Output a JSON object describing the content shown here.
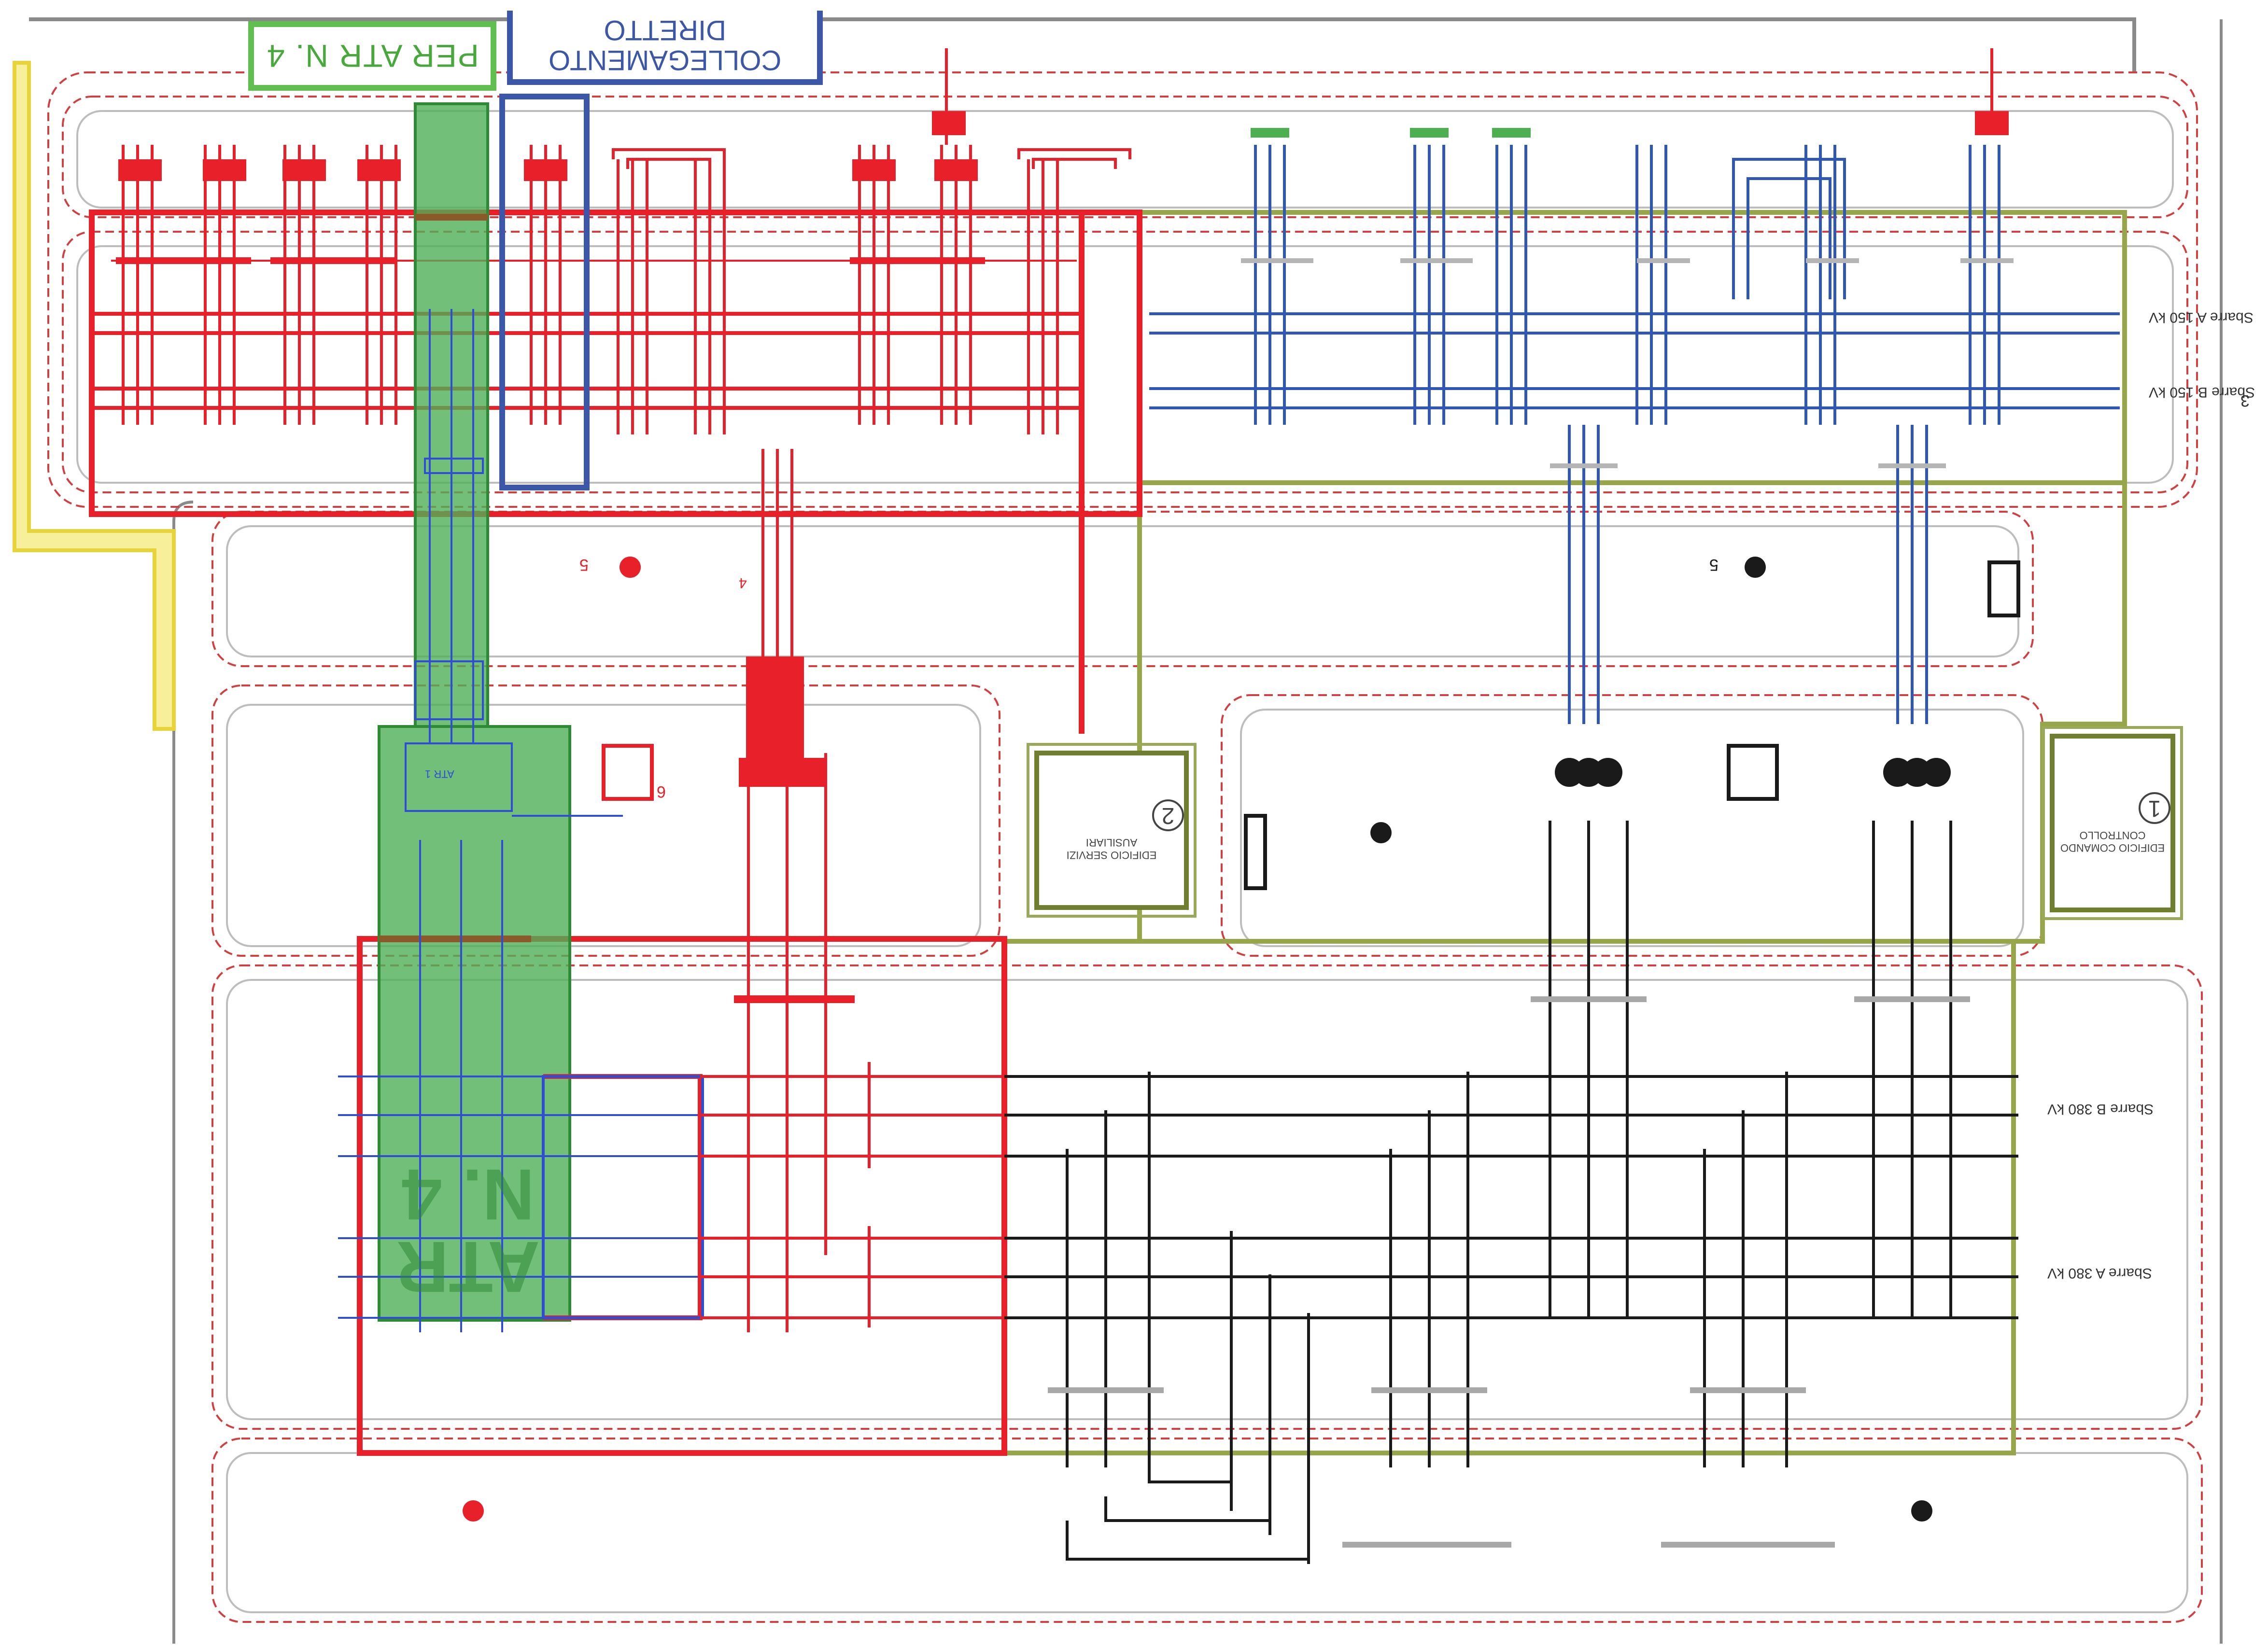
{
  "labels": {
    "atr_box": "PER ATR N. 4",
    "direct_line1": "COLLEGAMENTO",
    "direct_line2": "DIRETTO",
    "atr_big_line1": "ATR",
    "atr_big_line2": "N. 4",
    "atr_small": "ATR 1"
  },
  "buildings": [
    {
      "number": "2",
      "text": "EDIFICIO SERVIZI AUSILIARI"
    },
    {
      "number": "1",
      "text": "EDIFICIO COMANDO CONTROLLO"
    }
  ],
  "busbars": {
    "top_1": "Sbarre A 150 kV",
    "top_2": "Sbarre B 150 kV",
    "bottom_1": "Sbarre B 380 kV",
    "bottom_2": "Sbarre A 380 kV"
  },
  "marker_numbers": [
    "4",
    "5",
    "6",
    "3"
  ],
  "colors": {
    "existing_150": "#e8202a",
    "new_150": "#2f57b8",
    "highlight_green": "#2fa03a",
    "highlight_yellow": "#f2e04a",
    "olive_frame": "#8a9a3a",
    "black_lines": "#1a1a1a",
    "grey_lines": "#9a9a9a",
    "road_outline": "#d04040"
  }
}
